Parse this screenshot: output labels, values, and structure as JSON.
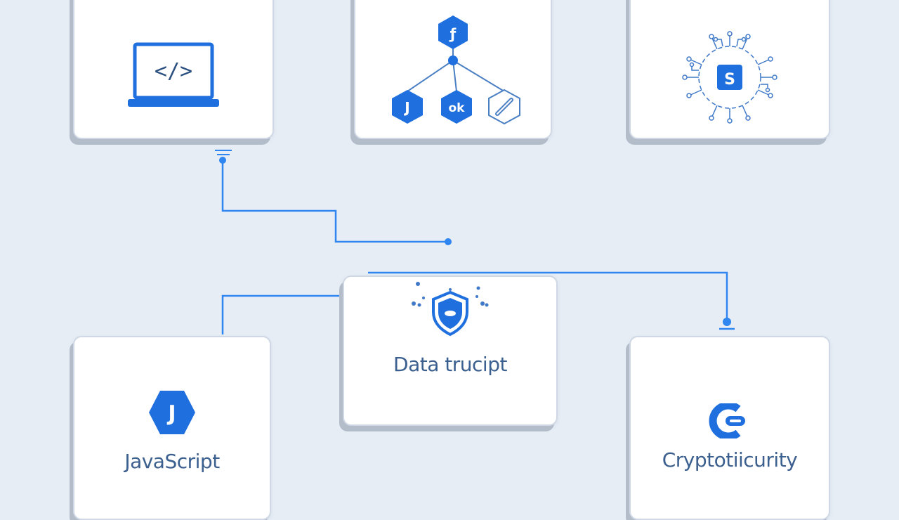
{
  "colors": {
    "background": "#e6edf5",
    "accent": "#1f6fde",
    "text": "#3b5f8e",
    "card": "#ffffff",
    "card_shadow": "#b3bdc9"
  },
  "cards": {
    "code": {
      "icon": "laptop-code-icon",
      "icon_text": "</>"
    },
    "network": {
      "icon": "hexagon-network-icon",
      "nodes": [
        "J",
        "ok",
        ""
      ]
    },
    "circuit": {
      "icon": "circuit-chip-icon",
      "chip_text": "S"
    },
    "js": {
      "icon": "js-hexagon-icon",
      "icon_text": "J",
      "label": "JavaScript"
    },
    "trust": {
      "icon": "shield-icon",
      "label": "Data trucipt"
    },
    "crypto": {
      "icon": "crypto-link-icon",
      "label": "Cryptotiicurity"
    }
  }
}
